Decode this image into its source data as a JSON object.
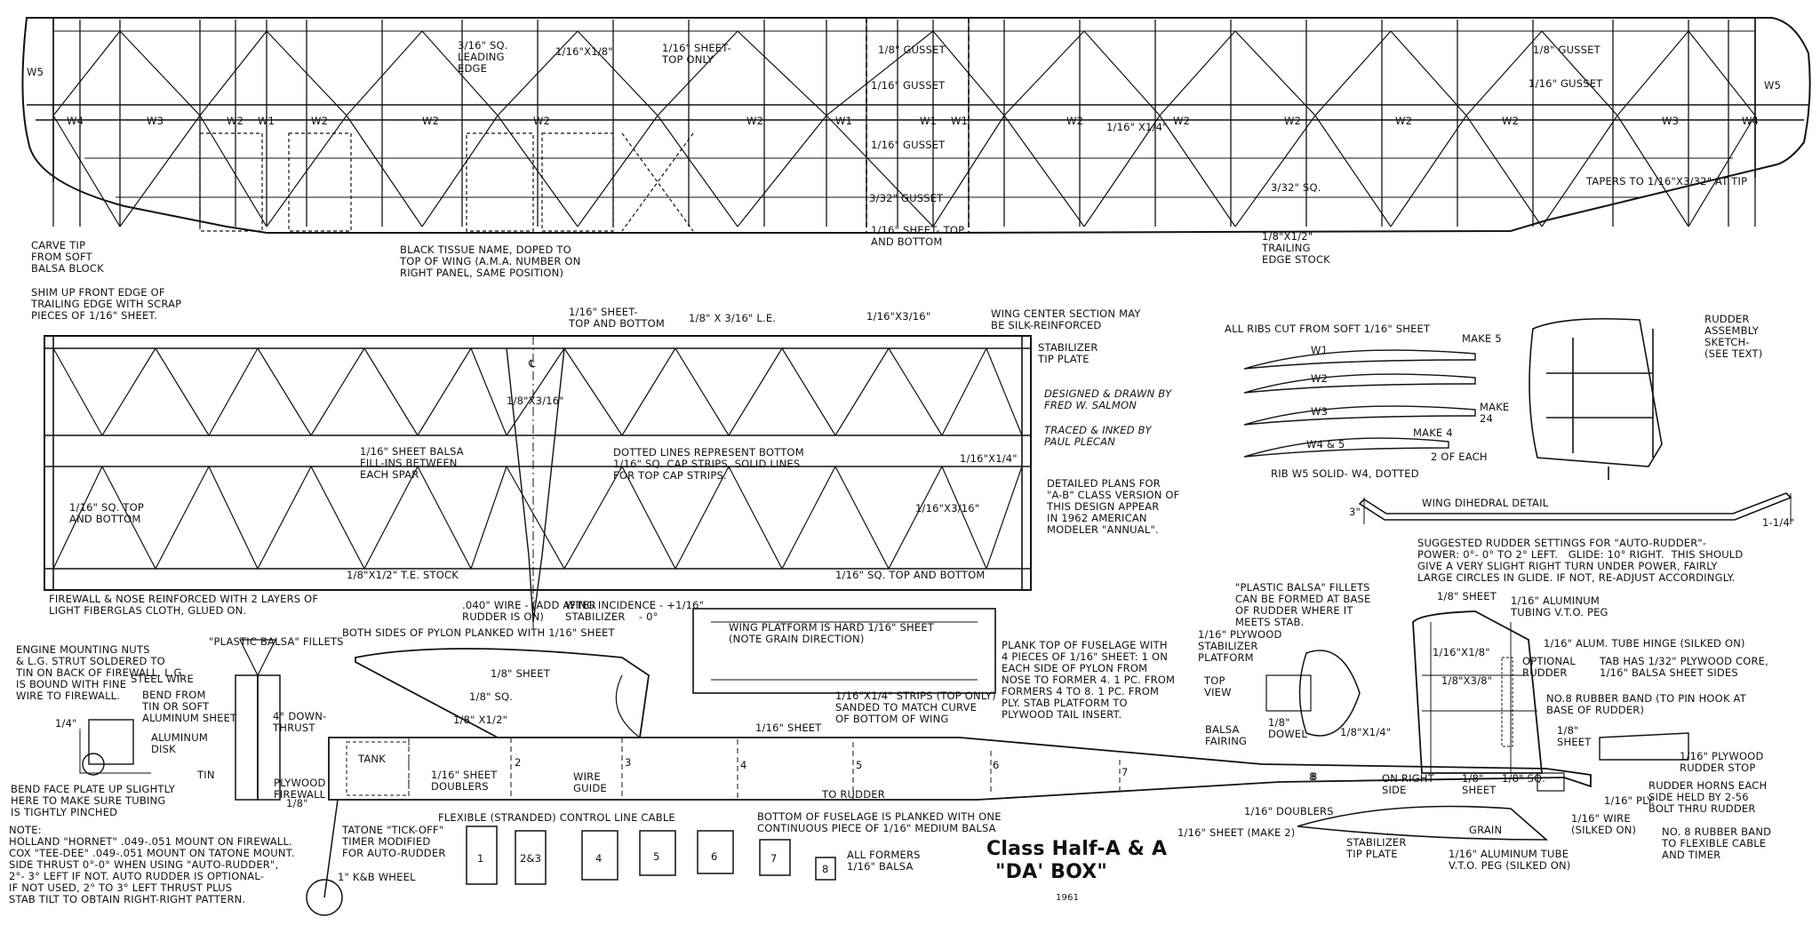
{
  "title": {
    "line1": "Class Half-A & A",
    "line2": "\"DA' BOX\"",
    "year": "1961"
  },
  "wing": {
    "rib_labels_top": [
      "W5",
      "W4",
      "W3",
      "W2",
      "W1",
      "W2",
      "W2",
      "W2",
      "W2",
      "W1",
      "W1",
      "W1",
      "W2",
      "W2",
      "W2",
      "W2",
      "W2",
      "W3",
      "W4",
      "W5"
    ],
    "notes": {
      "sq_le": "3/16\" SQ.\nLEADING\nEDGE",
      "strip1": "1/16\"X1/8\"",
      "sheet_top": "1/16\" SHEET-\nTOP ONLY",
      "gusset1": "1/8\" GUSSET",
      "gusset2": "1/16\" GUSSET",
      "gusset3": "1/16\" GUSSET",
      "gusset4": "3/32\" GUSSET",
      "center_sheet": "1/16\" SHEET- TOP\nAND BOTTOM",
      "gusset_r1": "1/8\" GUSSET",
      "gusset_r2": "1/16\" GUSSET",
      "spar": "1/16\" X1/4\"",
      "sq332": "3/32\" SQ.",
      "taper": "TAPERS TO 1/16\"X3/32\" AT TIP",
      "te": "1/8\"X1/2\"\nTRAILING\nEDGE STOCK",
      "carve": "CARVE TIP\nFROM SOFT\nBALSA BLOCK",
      "shim": "SHIM UP FRONT EDGE OF\nTRAILING EDGE WITH SCRAP\nPIECES OF 1/16\" SHEET.",
      "tissue": "BLACK TISSUE NAME, DOPED TO\nTOP OF WING (A.M.A. NUMBER ON\nRIGHT PANEL, SAME POSITION)",
      "center_dim": "1/16\"X3/16\"",
      "center_silk": "WING CENTER SECTION MAY\nBE SILK-REINFORCED",
      "name_outline": "DA' BOX"
    }
  },
  "stab": {
    "sheet_tb": "1/16\" SHEET-\nTOP AND BOTTOM",
    "le": "1/8\" X 3/16\" L.E.",
    "tip_plate": "STABILIZER\nTIP PLATE",
    "cl": "℄",
    "dim18": "1/8\"X3/16\"",
    "fillins": "1/16\" SHEET BALSA\nFILL-INS BETWEEN\nEACH SPAR",
    "dotted": "DOTTED LINES REPRESENT BOTTOM\n1/16\" SQ. CAP STRIPS, SOLID LINES\nFOR TOP CAP STRIPS.",
    "x14": "1/16\"X1/4\"",
    "x316": "1/16\"X3/16\"",
    "sq_tb": "1/16\" SQ. TOP\nAND BOTTOM",
    "te": "1/8\"X1/2\" T.E. STOCK",
    "sq_tb2": "1/16\" SQ. TOP AND BOTTOM"
  },
  "credits": {
    "designed": "DESIGNED & DRAWN BY\nFRED W. SALMON",
    "traced": "TRACED & INKED BY\nPAUL PLECAN",
    "detailed": "DETAILED PLANS FOR\n\"A-B\" CLASS VERSION OF\nTHIS DESIGN APPEAR\nIN 1962 AMERICAN\nMODELER \"ANNUAL\"."
  },
  "ribs": {
    "heading": "ALL RIBS CUT FROM SOFT 1/16\" SHEET",
    "items": [
      {
        "label": "W1",
        "make": "MAKE 5"
      },
      {
        "label": "W2",
        "make": "MAKE\n24"
      },
      {
        "label": "W3",
        "make": "MAKE 4"
      },
      {
        "label": "W4 & 5",
        "make": "2 OF EACH"
      }
    ],
    "note": "RIB W5 SOLID- W4, DOTTED"
  },
  "rudder_sketch": "RUDDER\nASSEMBLY\nSKETCH-\n(SEE TEXT)",
  "dihedral": {
    "title": "WING DIHEDRAL DETAIL",
    "left": "3\"",
    "right": "1-1/4\""
  },
  "rudder_settings": "SUGGESTED RUDDER SETTINGS FOR \"AUTO-RUDDER\"-\nPOWER: 0°- 0° TO 2° LEFT.   GLIDE: 10° RIGHT.  THIS SHOULD\nGIVE A VERY SLIGHT RIGHT TURN UNDER POWER, FAIRLY\nLARGE CIRCLES IN GLIDE. IF NOT, RE-ADJUST ACCORDINGLY.",
  "fuselage": {
    "firewall": "FIREWALL & NOSE REINFORCED WITH 2 LAYERS OF\nLIGHT FIBERGLAS CLOTH, GLUED ON.",
    "wire040": ".040\" WIRE - (ADD AFTER\nRUDDER IS ON)",
    "incidence": "WING INCIDENCE - +1/16\"\nSTABILIZER    - 0°",
    "platform": "WING PLATFORM IS HARD 1/16\" SHEET\n(NOTE GRAIN DIRECTION)",
    "engine": "ENGINE MOUNTING NUTS\n& L.G. STRUT SOLDERED TO\nTIN ON BACK OF FIREWALL. L.G.\nIS BOUND WITH FINE\nWIRE TO FIREWALL.",
    "plastic": "\"PLASTIC BALSA\" FILLETS",
    "pylon": "BOTH SIDES OF PYLON PLANKED WITH 1/16\" SHEET",
    "steel": "STEEL WIRE",
    "bend": "BEND FROM\nTIN OR SOFT\nALUMINUM SHEET",
    "dim14": "1/4\"",
    "alu": "ALUMINUM\nDISK",
    "tin": "TIN",
    "downthrust": "4° DOWN-\nTHRUST",
    "sheet18": "1/8\" SHEET",
    "sq18": "1/8\" SQ.",
    "x12": "1/8\" X1/2\"",
    "tank": "TANK",
    "doublers": "1/16\" SHEET\nDOUBLERS",
    "wireguide": "WIRE\nGUIDE",
    "former_nums": [
      "2",
      "3",
      "4",
      "5",
      "6",
      "7",
      "8"
    ],
    "strips": "1/16\"X1/4\" STRIPS (TOP ONLY)\nSANDED TO MATCH CURVE\nOF BOTTOM OF WING",
    "plank": "PLANK TOP OF FUSELAGE WITH\n4 PIECES OF 1/16\" SHEET: 1 ON\nEACH SIDE OF PYLON FROM\nNOSE TO FORMER 4. 1 PC. FROM\nFORMERS 4 TO 8. 1 PC. FROM\nPLY. STAB PLATFORM TO\nPLYWOOD TAIL INSERT.",
    "sheet116": "1/16\" SHEET",
    "to_rudder": "TO RUDDER",
    "bend_face": "BEND FACE PLATE UP SLIGHTLY\nHERE TO MAKE SURE TUBING\nIS TIGHTLY PINCHED",
    "plywood_fw": "PLYWOOD\nFIREWALL",
    "dim18b": "1/8\"",
    "flexible": "FLEXIBLE (STRANDED) CONTROL LINE CABLE",
    "bottom": "BOTTOM OF FUSELAGE IS PLANKED WITH ONE\nCONTINUOUS PIECE OF 1/16\" MEDIUM BALSA",
    "note": "NOTE:\nHOLLAND \"HORNET\" .049-.051 MOUNT ON FIREWALL.\nCOX \"TEE-DEE\" .049-.051 MOUNT ON TATONE MOUNT.\nSIDE THRUST 0°-0° WHEN USING \"AUTO-RUDDER\",\n2°- 3° LEFT IF NOT. AUTO RUDDER IS OPTIONAL-\nIF NOT USED, 2° TO 3° LEFT THRUST PLUS\nSTAB TILT TO OBTAIN RIGHT-RIGHT PATTERN.",
    "tatone": "TATONE \"TICK-OFF\"\nTIMER MODIFIED\nFOR AUTO-RUDDER",
    "wheel": "1\" K&B WHEEL",
    "formers": [
      "1",
      "2&3",
      "4",
      "5",
      "6",
      "7",
      "8"
    ],
    "formers_label": "ALL FORMERS\n1/16\" BALSA"
  },
  "tail": {
    "plastic2": "\"PLASTIC BALSA\" FILLETS\nCAN BE FORMED AT BASE\nOF RUDDER WHERE IT\nMEETS STAB.",
    "ply_plat": "1/16\" PLYWOOD\nSTABILIZER\nPLATFORM",
    "topview": "TOP\nVIEW",
    "balsa_fair": "BALSA\nFAIRING",
    "dowel": "1/8\"\nDOWEL",
    "x14b": "1/8\"X1/4\"",
    "sheet18r": "1/8\" SHEET",
    "x18": "1/16\"X1/8\"",
    "x38": "1/8\"X3/8\"",
    "optional": "OPTIONAL\nRUDDER",
    "alu_tube": "1/16\" ALUMINUM\nTUBING V.T.O. PEG",
    "hinge": "1/16\" ALUM. TUBE HINGE (SILKED ON)",
    "tab": "TAB HAS 1/32\" PLYWOOD CORE,\n1/16\" BALSA SHEET SIDES",
    "band": "NO.8 RUBBER BAND (TO PIN HOOK AT\nBASE OF RUDDER)",
    "sheet18b": "1/8\"\nSHEET",
    "stop": "1/16\" PLYWOOD\nRUDDER STOP",
    "horns": "RUDDER HORNS EACH\nSIDE HELD BY 2-56\nBOLT THRU RUDDER",
    "band2": "NO. 8 RUBBER BAND\nTO FLEXIBLE CABLE\nAND TIMER",
    "ply": "1/16\" PLY.",
    "wire": "1/16\" WIRE\n(SILKED ON)",
    "sq18b": "1/8\" SQ.",
    "sheet18c": "1/8\"\nSHEET",
    "right_side": "ON RIGHT\nSIDE",
    "doublers": "1/16\" DOUBLERS",
    "make2": "1/16\" SHEET (MAKE 2)",
    "grain": "GRAIN",
    "stab_tip": "STABILIZER\nTIP PLATE",
    "peg": "1/16\" ALUMINUM TUBE\nV.T.O. PEG (SILKED ON)",
    "num8": "8"
  }
}
